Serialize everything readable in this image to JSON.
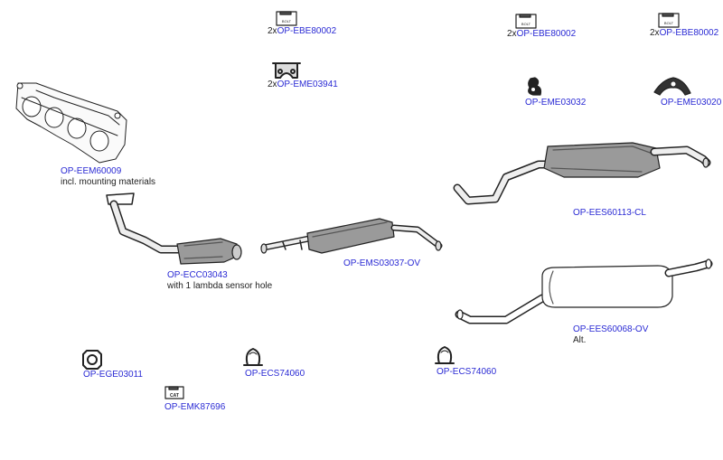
{
  "diagram": {
    "line_color": "#222222",
    "fill_color": "#9a9a9a",
    "link_color": "#2a2ad4",
    "text_color": "#222222",
    "bolt_tag_text": "BOLT",
    "cat_tag_text": "CAT",
    "parts": [
      {
        "id": "bolt1",
        "code": "OP-EBE80002",
        "qty": "2x",
        "icon": "bolt-kit-icon"
      },
      {
        "id": "bolt2",
        "code": "OP-EBE80002",
        "qty": "2x",
        "icon": "bolt-kit-icon"
      },
      {
        "id": "bolt3",
        "code": "OP-EBE80002",
        "qty": "2x",
        "icon": "bolt-kit-icon"
      },
      {
        "id": "hanger1",
        "code": "OP-EME03941",
        "qty": "2x",
        "icon": "rubber-hanger-icon"
      },
      {
        "id": "hanger2",
        "code": "OP-EME03032",
        "icon": "rubber-mount-icon"
      },
      {
        "id": "hanger3",
        "code": "OP-EME03020",
        "icon": "rubber-mount-icon"
      },
      {
        "id": "manifold",
        "code": "OP-EEM60009",
        "note": "incl. mounting materials",
        "icon": "exhaust-manifold-icon"
      },
      {
        "id": "catalyst",
        "code": "OP-ECC03043",
        "note": "with 1 lambda sensor hole",
        "icon": "catalytic-converter-icon"
      },
      {
        "id": "middle",
        "code": "OP-EMS03037-OV",
        "icon": "middle-silencer-icon"
      },
      {
        "id": "rear1",
        "code": "OP-EES60113-CL",
        "icon": "rear-silencer-icon"
      },
      {
        "id": "rear2",
        "code": "OP-EES60068-OV",
        "note": "Alt.",
        "icon": "rear-silencer-icon"
      },
      {
        "id": "gasket",
        "code": "OP-EGE03011",
        "icon": "gasket-icon"
      },
      {
        "id": "clamp1",
        "code": "OP-ECS74060",
        "icon": "pipe-clamp-icon"
      },
      {
        "id": "clamp2",
        "code": "OP-ECS74060",
        "icon": "pipe-clamp-icon"
      },
      {
        "id": "catkit",
        "code": "OP-EMK87696",
        "icon": "cat-mounting-kit-icon"
      }
    ]
  }
}
